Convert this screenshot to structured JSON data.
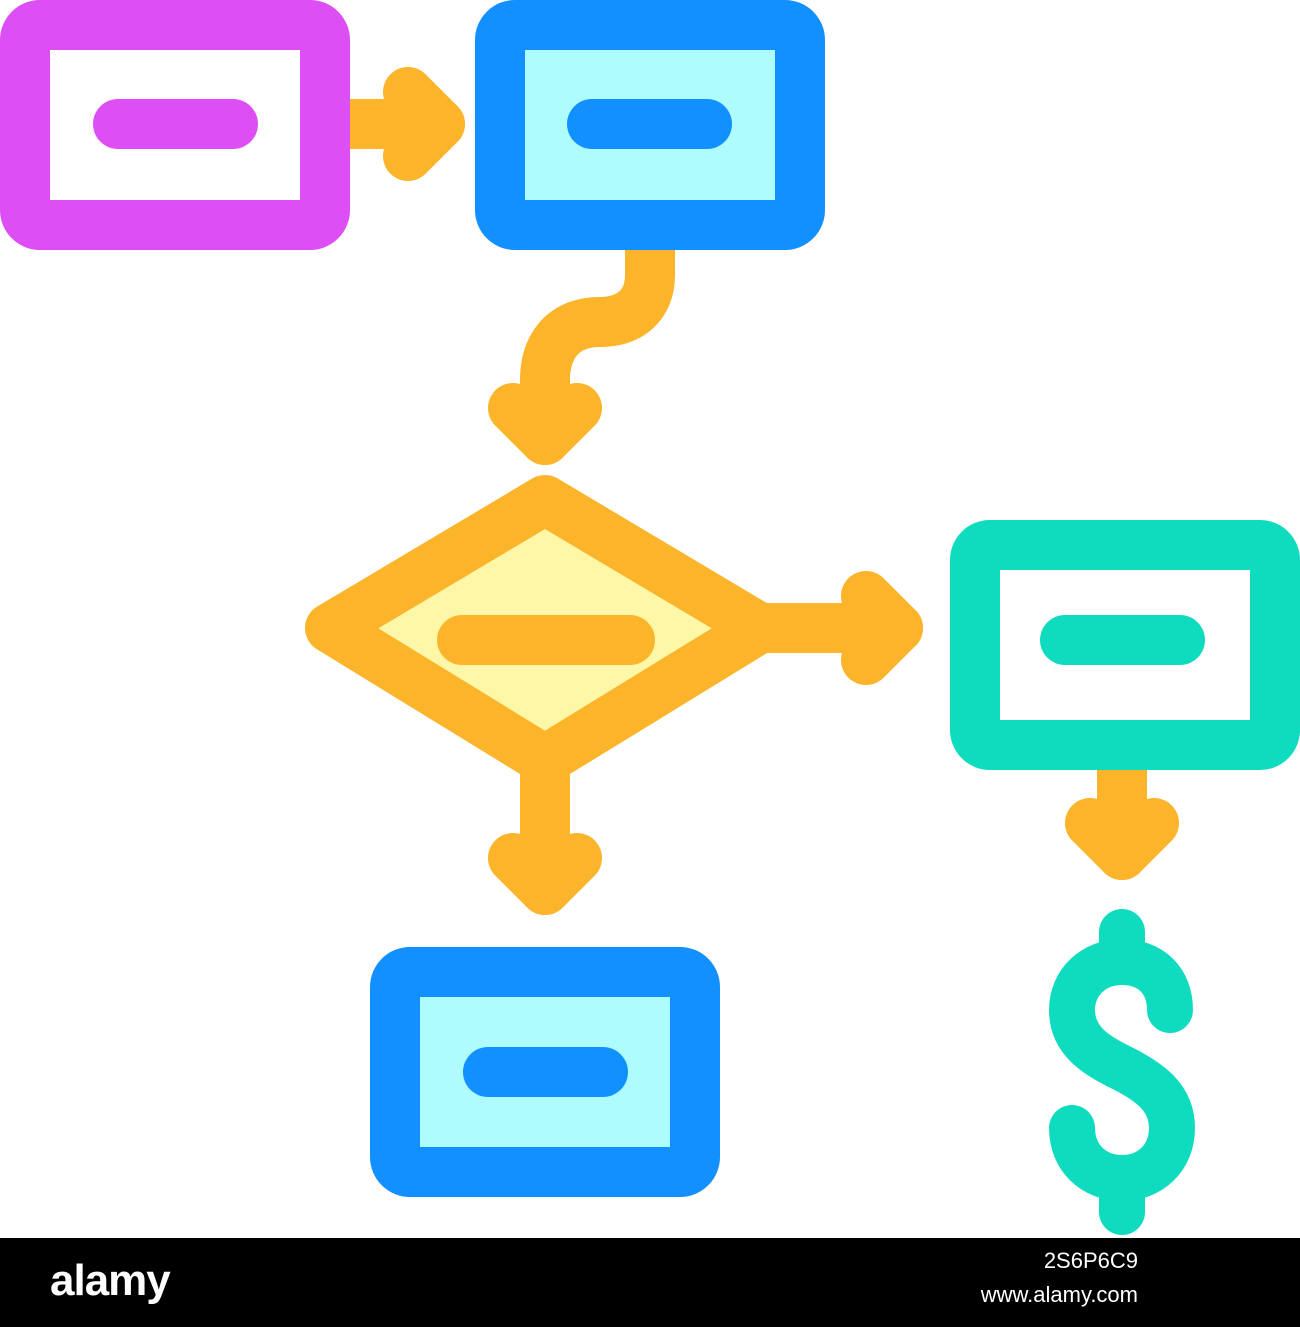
{
  "colors": {
    "magenta": "#DD4FF5",
    "blue": "#1290FF",
    "light_cyan": "#AFFCFF",
    "orange": "#FCB42B",
    "light_yellow": "#FEF7A8",
    "teal": "#0FDCBF",
    "white": "#FFFFFF"
  },
  "icons": {
    "process_box": "rectangle-with-dash-icon",
    "decision": "diamond-icon",
    "currency": "dollar-sign-icon"
  },
  "labels": {
    "dollar": "$"
  },
  "watermark": {
    "brand": "alamy"
  },
  "footer": {
    "brand": "alamy",
    "image_id": "2S6P6C9",
    "url": "www.alamy.com"
  }
}
